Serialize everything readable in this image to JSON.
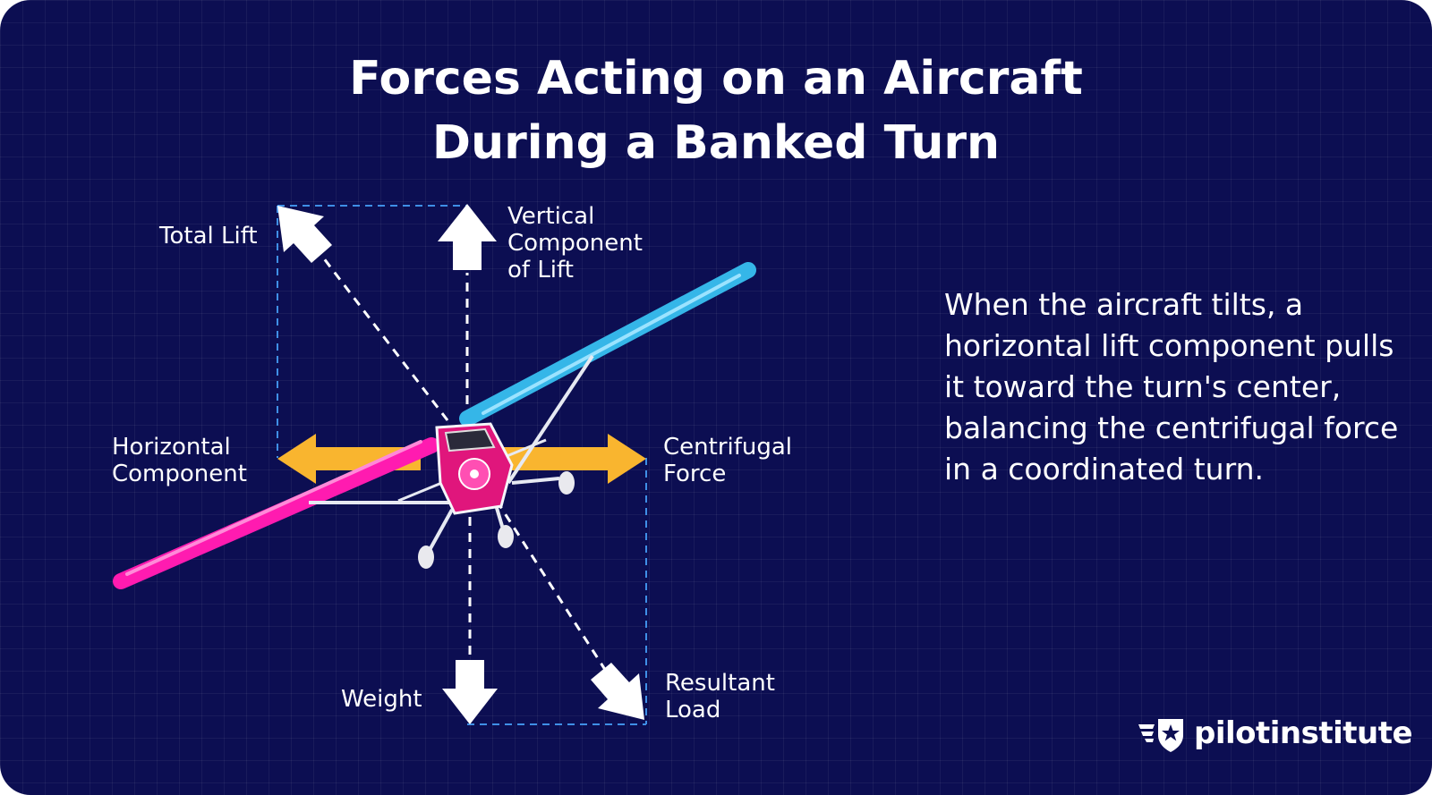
{
  "title": {
    "line1": "Forces Acting on an Aircraft",
    "line2": "During a Banked Turn"
  },
  "labels": {
    "total_lift": "Total Lift",
    "vertical_component": [
      "Vertical",
      "Component",
      "of Lift"
    ],
    "horizontal_component": [
      "Horizontal",
      "Component"
    ],
    "centrifugal_force": [
      "Centrifugal",
      "Force"
    ],
    "weight": "Weight",
    "resultant_load": [
      "Resultant",
      "Load"
    ]
  },
  "description": "When the aircraft tilts, a horizontal lift component pulls it toward the turn's center, balancing the centrifugal force in a coordinated turn.",
  "brand": {
    "wordmark": "pilotinstitute",
    "logo_icon": "winged-star-shield-icon"
  },
  "colors": {
    "background": "#0c0e52",
    "horizontal_arrows": "#f9b52f",
    "construction_lines": "#3f8fe6",
    "force_arrows": "#ffffff",
    "wing_left": "#ff1bb0",
    "wing_right": "#35b6e8",
    "fuselage": "#e0167c"
  }
}
